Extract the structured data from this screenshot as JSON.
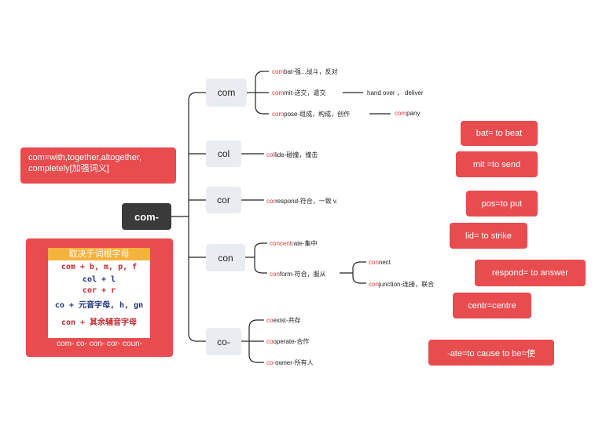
{
  "root": {
    "label": "com-"
  },
  "definition": {
    "text": "com=with,together,altogether, completely[加强词义]"
  },
  "rules": {
    "header": "取决于词根字母",
    "lines": [
      "com + b, m, p, f",
      "col + l",
      "cor + r",
      "co + 元音字母, h, gn",
      "con + 其余辅音字母"
    ],
    "footer": "com-  co- con-  cor-  coun-"
  },
  "branches": [
    {
      "label": "com",
      "leaves": [
        {
          "prefix": "com",
          "rest": "bat-强...战斗，反对"
        },
        {
          "prefix": "com",
          "rest": "mit-送交，遣交"
        },
        {
          "prefix": "com",
          "rest": "pose-组成，构成，创作"
        }
      ]
    },
    {
      "label": "col",
      "leaves": [
        {
          "prefix": "col",
          "rest": "lide-碰撞，撞击"
        }
      ]
    },
    {
      "label": "cor",
      "leaves": [
        {
          "prefix": "cor",
          "rest": "respond-符合，一致  v."
        }
      ]
    },
    {
      "label": "con",
      "leaves": [
        {
          "prefix": "concentr",
          "rest": "ate-集中"
        },
        {
          "prefix": "con",
          "rest": "form-符合，服从"
        }
      ],
      "subleaves": [
        {
          "prefix": "con",
          "rest": "nect"
        },
        {
          "prefix": "con",
          "rest": "junction-连接，联合"
        }
      ]
    },
    {
      "label": "co-",
      "leaves": [
        {
          "prefix": "co",
          "rest": "exist-共存"
        },
        {
          "prefix": "co",
          "rest": "operate-合作"
        },
        {
          "prefix": "co-",
          "rest": "owner-所有人"
        }
      ]
    }
  ],
  "notes": {
    "commit_extra": "hand over ，  deliver",
    "compose_extra": {
      "prefix": "com",
      "rest": "pany"
    }
  },
  "roots": [
    "bat= to beat",
    "mit =to  send",
    "pos=to put",
    "lid= to strike",
    "respond= to answer",
    "centr=centre",
    "-ate=to cause to be=使"
  ]
}
